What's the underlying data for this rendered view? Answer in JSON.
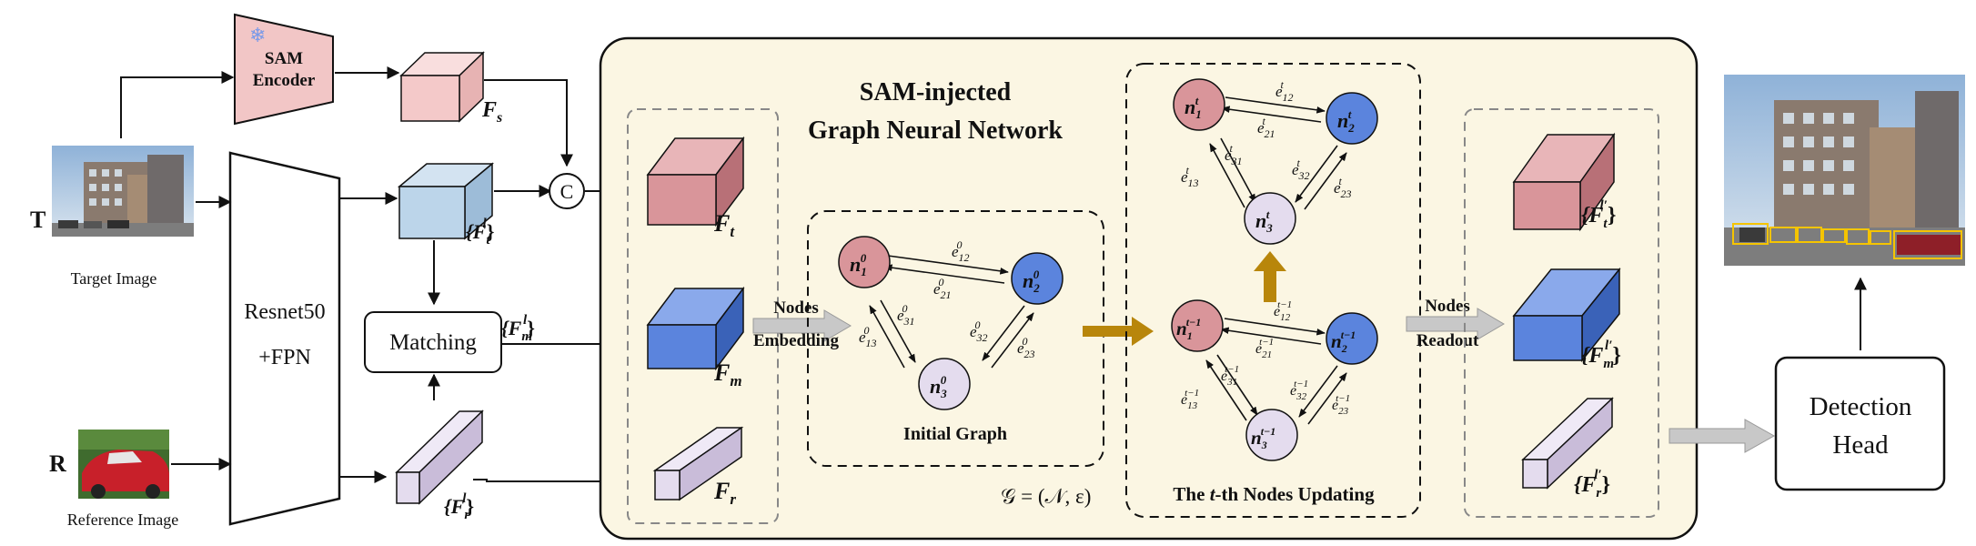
{
  "inputs": {
    "target_letter": "T",
    "target_caption": "Target Image",
    "reference_letter": "R",
    "reference_caption": "Reference Image"
  },
  "sam_encoder": {
    "line1": "SAM",
    "line2": "Encoder"
  },
  "backbone": {
    "line1": "Resnet50",
    "line2": "+FPN"
  },
  "matching_label": "Matching",
  "concat_symbol": "C",
  "features": {
    "fs": "F",
    "fs_sub": "s",
    "ftl": "{F",
    "ftl_sub": "t",
    "ftl_sup": "l",
    "fml": "{F",
    "fml_sub": "m",
    "fml_sup": "l",
    "frl": "{F",
    "frl_sub": "r",
    "frl_sup": "l",
    "ft": "F",
    "ft_sub": "t",
    "fm": "F",
    "fm_sub": "m",
    "fr": "F",
    "fr_sub": "r",
    "out_t": "{F",
    "out_t_sub": "t",
    "out_t_sup": "l′",
    "out_m": "{F",
    "out_m_sub": "m",
    "out_m_sup": "l′",
    "out_r": "{F",
    "out_r_sub": "r",
    "out_r_sup": "l′",
    "close_brace": "}"
  },
  "gnn": {
    "title_line1": "SAM-injected",
    "title_line2": "Graph Neural Network",
    "nodes_embedding_1": "Nodes",
    "nodes_embedding_2": "Embedding",
    "nodes_readout_1": "Nodes",
    "nodes_readout_2": "Readout",
    "initial_graph_label": "Initial Graph",
    "updating_label_pre": "The ",
    "updating_label_t": "t",
    "updating_label_post": "-th Nodes Updating",
    "graph_formula": "𝒢 = (𝒩, ε)"
  },
  "initial_graph": {
    "n1": "n",
    "n1_sub": "1",
    "n1_sup": "0",
    "n2": "n",
    "n2_sub": "2",
    "n2_sup": "0",
    "n3": "n",
    "n3_sub": "3",
    "n3_sup": "0",
    "e12": "e",
    "e12_sub": "12",
    "e12_sup": "0",
    "e21": "e",
    "e21_sub": "21",
    "e21_sup": "0",
    "e31": "e",
    "e31_sub": "31",
    "e31_sup": "0",
    "e13": "e",
    "e13_sub": "13",
    "e13_sup": "0",
    "e32": "e",
    "e32_sub": "32",
    "e32_sup": "0",
    "e23": "e",
    "e23_sub": "23",
    "e23_sup": "0"
  },
  "graph_t": {
    "n1": "n",
    "n1_sub": "1",
    "n1_sup": "t",
    "n2": "n",
    "n2_sub": "2",
    "n2_sup": "t",
    "n3": "n",
    "n3_sub": "3",
    "n3_sup": "t",
    "e12": "e",
    "e12_sub": "12",
    "e12_sup": "t",
    "e21": "e",
    "e21_sub": "21",
    "e21_sup": "t",
    "e31": "e",
    "e31_sub": "31",
    "e31_sup": "t",
    "e13": "e",
    "e13_sub": "13",
    "e13_sup": "t",
    "e32": "e",
    "e32_sub": "32",
    "e32_sup": "t",
    "e23": "e",
    "e23_sub": "23",
    "e23_sup": "t"
  },
  "graph_t1": {
    "n1": "n",
    "n1_sub": "1",
    "n1_sup": "t−1",
    "n2": "n",
    "n2_sub": "2",
    "n2_sup": "t−1",
    "n3": "n",
    "n3_sub": "3",
    "n3_sup": "t−1",
    "e12": "e",
    "e12_sub": "12",
    "e12_sup": "t−1",
    "e21": "e",
    "e21_sub": "21",
    "e21_sup": "t−1",
    "e31": "e",
    "e31_sub": "31",
    "e31_sup": "t−1",
    "e13": "e",
    "e13_sub": "13",
    "e13_sup": "t−1",
    "e32": "e",
    "e32_sub": "32",
    "e32_sup": "t−1",
    "e23": "e",
    "e23_sub": "23",
    "e23_sup": "t−1"
  },
  "detection_head": {
    "line1": "Detection",
    "line2": "Head"
  },
  "colors": {
    "panel_bg": "#fbf6e3",
    "pink": "#d9959a",
    "blue": "#5b84dd",
    "lavender": "#e4dcee",
    "light_pink": "#f4c9c9",
    "light_blue": "#bcd5ea",
    "gold_arrow": "#b8860b",
    "gray_arrow": "#c8c8c8",
    "box_yellow": "#f5c400"
  }
}
